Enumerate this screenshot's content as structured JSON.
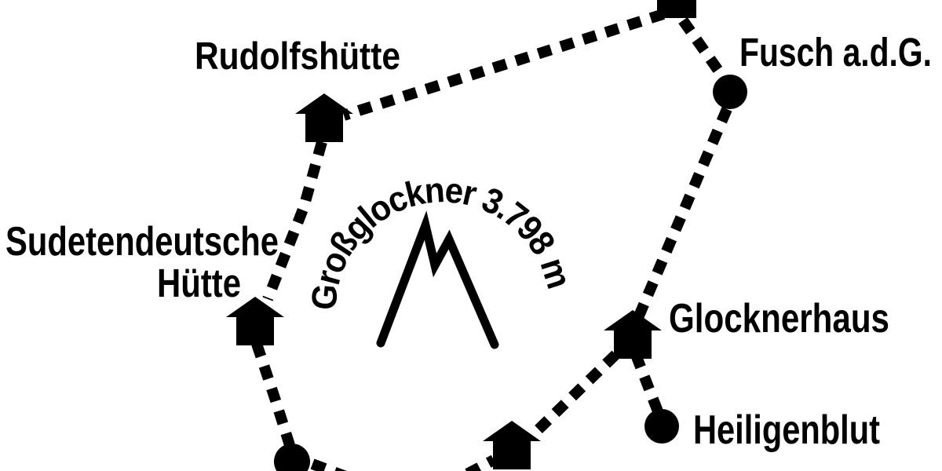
{
  "colors": {
    "ink": "#000000",
    "background": "#ffffff"
  },
  "peak": {
    "label": "Großglockner 3.798 m",
    "name": "Großglockner",
    "elevation": "3.798 m"
  },
  "labels": {
    "rudolfshuette": "Rudolfshütte",
    "fusch": "Fusch a.d.G.",
    "sudetendeutsche_line1": "Sudetendeutsche",
    "sudetendeutsche_line2": "Hütte",
    "glocknerhaus": "Glocknerhaus",
    "heiligenblut": "Heiligenblut"
  },
  "markers": [
    {
      "id": "unlabeled-square",
      "type": "square",
      "label": ""
    },
    {
      "id": "rudolfshuette",
      "type": "hut",
      "label": "Rudolfshütte"
    },
    {
      "id": "fusch",
      "type": "dot",
      "label": "Fusch a.d.G."
    },
    {
      "id": "sudetendeutsche-huette",
      "type": "hut",
      "label": "Sudetendeutsche Hütte"
    },
    {
      "id": "glocknerhaus",
      "type": "hut",
      "label": "Glocknerhaus"
    },
    {
      "id": "heiligenblut",
      "type": "dot",
      "label": "Heiligenblut"
    },
    {
      "id": "unlabeled-dot-bottom",
      "type": "dot",
      "label": ""
    },
    {
      "id": "unlabeled-hut-bottom",
      "type": "hut",
      "label": ""
    }
  ],
  "routes": [
    {
      "from": "unlabeled-square",
      "to": "rudolfshuette",
      "style": "dashed"
    },
    {
      "from": "unlabeled-square",
      "to": "fusch",
      "style": "dashed"
    },
    {
      "from": "fusch",
      "to": "glocknerhaus",
      "style": "dashed"
    },
    {
      "from": "rudolfshuette",
      "to": "sudetendeutsche-huette",
      "style": "dashed"
    },
    {
      "from": "sudetendeutsche-huette",
      "to": "unlabeled-dot-bottom",
      "style": "dashed"
    },
    {
      "from": "unlabeled-dot-bottom",
      "to": "unlabeled-hut-bottom",
      "style": "dashed"
    },
    {
      "from": "unlabeled-hut-bottom",
      "to": "glocknerhaus",
      "style": "dashed"
    },
    {
      "from": "glocknerhaus",
      "to": "heiligenblut",
      "style": "dashed"
    }
  ]
}
